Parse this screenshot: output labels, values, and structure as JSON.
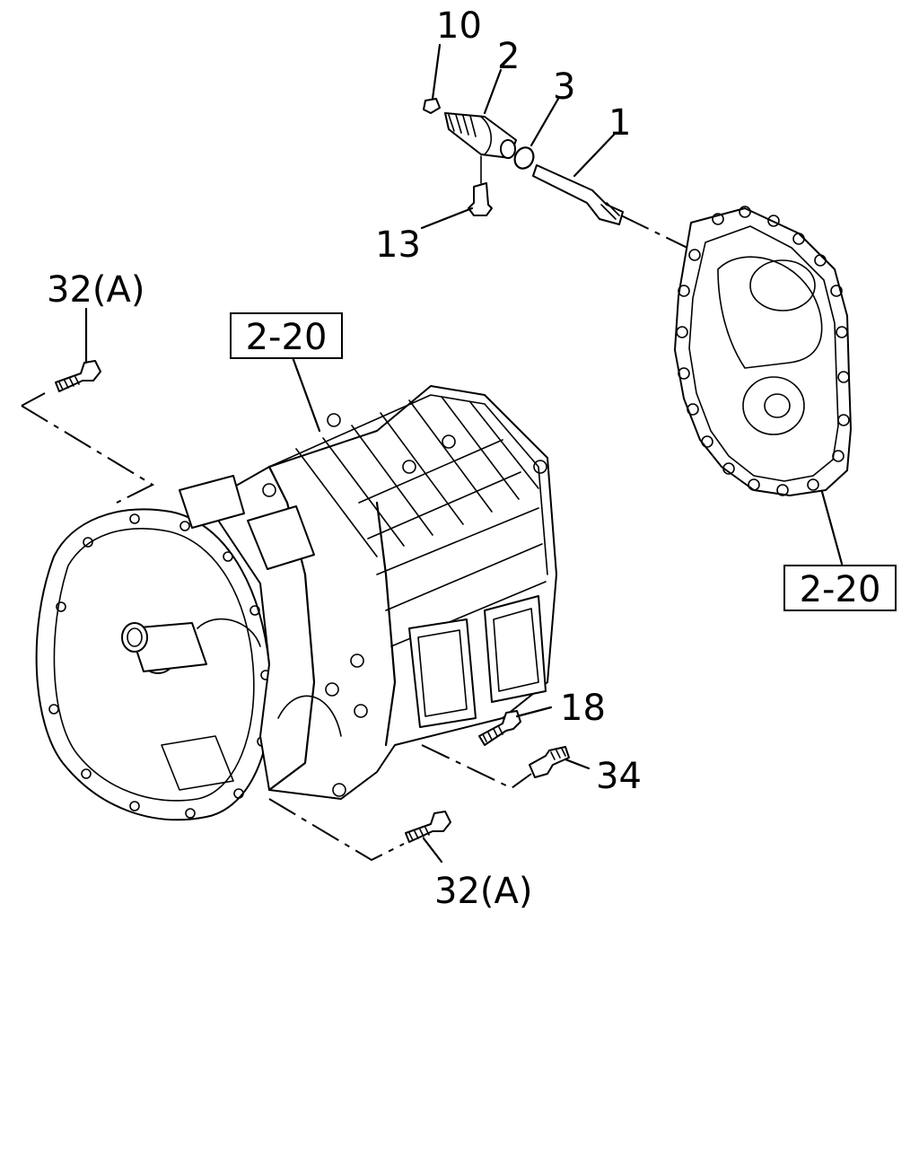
{
  "callouts": {
    "p10": "10",
    "p2": "2",
    "p3": "3",
    "p1": "1",
    "p13": "13",
    "p32a_top": "32(A)",
    "ref_main": "2-20",
    "ref_cover": "2-20",
    "p18": "18",
    "p34": "34",
    "p32a_bottom": "32(A)"
  }
}
